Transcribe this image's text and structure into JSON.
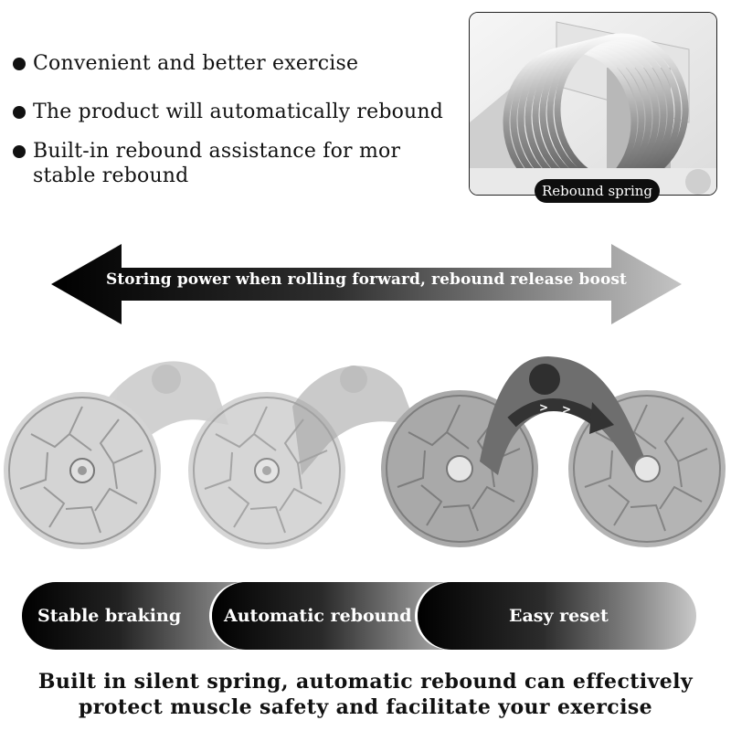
{
  "bullets": [
    "Convenient and better exercise",
    "The product will automatically rebound",
    "Built-in rebound assistance for mor stable rebound"
  ],
  "photo": {
    "label": "Rebound spring"
  },
  "arrow": {
    "text": "Storing power when rolling forward, rebound release boost"
  },
  "features": [
    "Stable braking",
    "Automatic rebound",
    "Easy reset"
  ],
  "footer": {
    "line1": "Built in silent spring, automatic rebound can effectively",
    "line2": "protect muscle safety and facilitate your exercise"
  },
  "colors": {
    "dark": "#111111",
    "light_gray": "#d9d9d9",
    "mid_gray": "#8a8a8a"
  }
}
